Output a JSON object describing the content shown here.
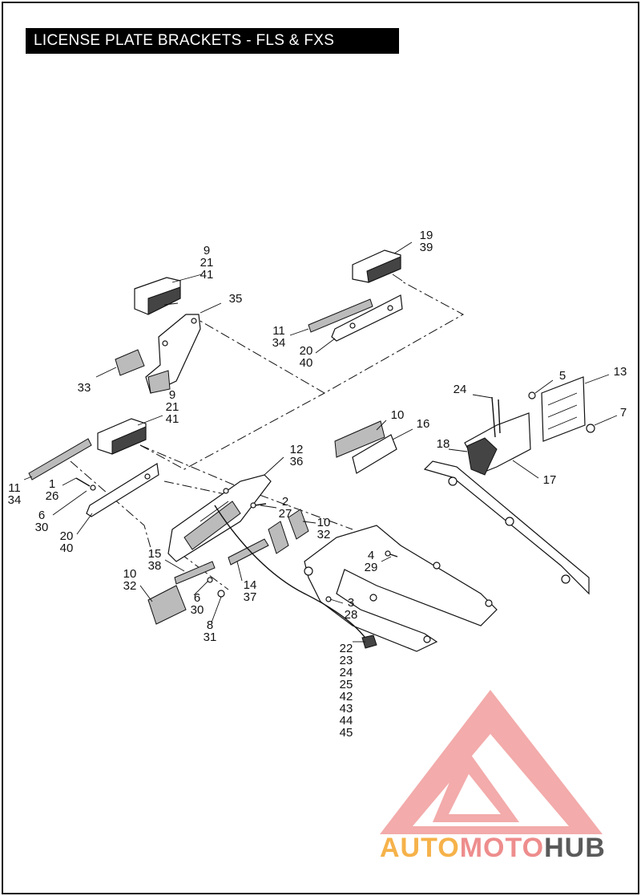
{
  "title": "LICENSE PLATE BRACKETS - FLS & FXS",
  "callouts": [
    {
      "id": "c-9-21-41-top",
      "lines": [
        "9",
        "21",
        "41"
      ]
    },
    {
      "id": "c-35",
      "lines": [
        "35"
      ]
    },
    {
      "id": "c-33",
      "lines": [
        "33"
      ]
    },
    {
      "id": "c-19-39",
      "lines": [
        "19",
        "39"
      ]
    },
    {
      "id": "c-11-34-right",
      "lines": [
        "11",
        "34"
      ]
    },
    {
      "id": "c-20-40-right",
      "lines": [
        "20",
        "40"
      ]
    },
    {
      "id": "c-9-21-41-mid",
      "lines": [
        "9",
        "21",
        "41"
      ]
    },
    {
      "id": "c-11-34-left",
      "lines": [
        "11",
        "34"
      ]
    },
    {
      "id": "c-1-26",
      "lines": [
        "1",
        "26"
      ]
    },
    {
      "id": "c-6-30-left",
      "lines": [
        "6",
        "30"
      ]
    },
    {
      "id": "c-20-40-left",
      "lines": [
        "20",
        "40"
      ]
    },
    {
      "id": "c-12-36",
      "lines": [
        "12",
        "36"
      ]
    },
    {
      "id": "c-10-top",
      "lines": [
        "10"
      ]
    },
    {
      "id": "c-16",
      "lines": [
        "16"
      ]
    },
    {
      "id": "c-24",
      "lines": [
        "24"
      ]
    },
    {
      "id": "c-5",
      "lines": [
        "5"
      ]
    },
    {
      "id": "c-13",
      "lines": [
        "13"
      ]
    },
    {
      "id": "c-7",
      "lines": [
        "7"
      ]
    },
    {
      "id": "c-18",
      "lines": [
        "18"
      ]
    },
    {
      "id": "c-17",
      "lines": [
        "17"
      ]
    },
    {
      "id": "c-2-27",
      "lines": [
        "2",
        "27"
      ]
    },
    {
      "id": "c-10-32-mid",
      "lines": [
        "10",
        "32"
      ]
    },
    {
      "id": "c-4-29",
      "lines": [
        "4",
        "29"
      ]
    },
    {
      "id": "c-15-38",
      "lines": [
        "15",
        "38"
      ]
    },
    {
      "id": "c-10-32-left",
      "lines": [
        "10",
        "32"
      ]
    },
    {
      "id": "c-6-30-mid",
      "lines": [
        "6",
        "30"
      ]
    },
    {
      "id": "c-8-31",
      "lines": [
        "8",
        "31"
      ]
    },
    {
      "id": "c-14-37",
      "lines": [
        "14",
        "37"
      ]
    },
    {
      "id": "c-3-28",
      "lines": [
        "3",
        "28"
      ]
    },
    {
      "id": "c-22-45",
      "lines": [
        "22",
        "23",
        "24",
        "25",
        "42",
        "43",
        "44",
        "45"
      ]
    }
  ],
  "watermark": {
    "brand_parts": [
      "AUTO",
      "MOTO",
      "HUB"
    ],
    "colors": {
      "auto": "#f6b24a",
      "moto": "#ee8d8d",
      "hub": "#5a5a5a",
      "triangle": "#ee8d8d"
    }
  }
}
